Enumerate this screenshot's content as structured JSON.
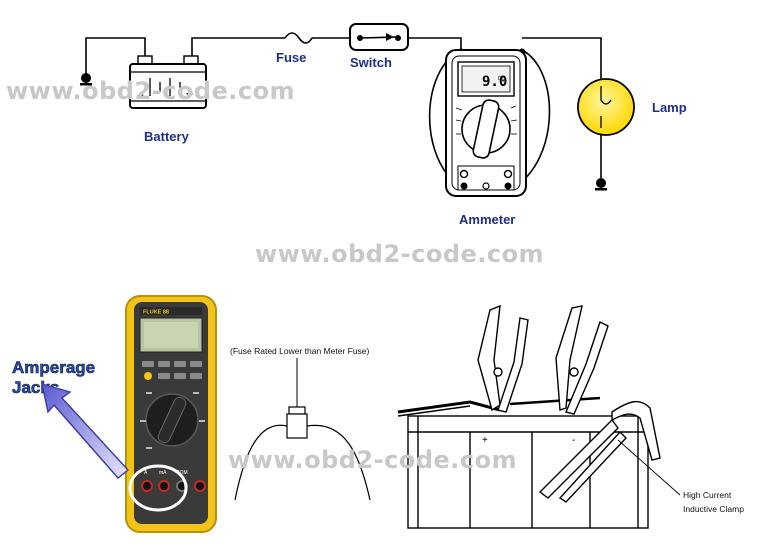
{
  "labels": {
    "battery": "Battery",
    "fuse": "Fuse",
    "switch": "Switch",
    "lamp": "Lamp",
    "ammeter": "Ammeter",
    "meter_reading": "9.0",
    "meter_unit": "DC",
    "fuse_note": "(Fuse Rated Lower than Meter Fuse)",
    "amperage_line1": "Amperage",
    "amperage_line2": "Jacks",
    "clamp_line1": "High Current",
    "clamp_line2": "Inductive Clamp",
    "brand": "FLUKE 88",
    "plus": "+",
    "minus": "-",
    "jack_a": "A",
    "jack_ma": "mA",
    "jack_com": "COM"
  },
  "watermark": "www.obd2-code.com",
  "colors": {
    "label_blue": "#1d2f8c",
    "lamp_yellow": "#ffe600",
    "meter_yellow": "#f2c318",
    "meter_body": "#3a3a3a",
    "watermark_gray": "#c8c8c8",
    "arrow_purple": "#7a7ad8"
  }
}
